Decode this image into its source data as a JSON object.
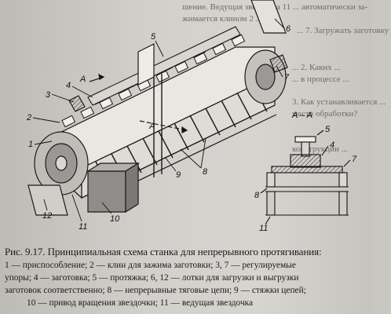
{
  "background_text": [
    "шение. Ведущая звездочка 11 ... автоматически за-",
    "жимается клином 2 ...",
    "... 7. Загружать заготовку",
    "... 2. Каких ...",
    "... в процессе ...",
    "3. Как устанавливается ...",
    "место обработки?",
    "конструкции ..."
  ],
  "figure": {
    "callouts": [
      "1",
      "2",
      "3",
      "4",
      "5",
      "6",
      "7",
      "8",
      "9",
      "10",
      "11",
      "12",
      "A",
      "A"
    ],
    "section_title": "A – A",
    "section_callouts": [
      "5",
      "4",
      "7",
      "8",
      "11"
    ]
  },
  "caption": {
    "title": "Рис. 9.17. Принципиальная схема станка для непрерывного протягивания:",
    "lines": [
      "1 — приспособление; 2 — клин для зажима заготовки; 3, 7 — регулируемые",
      "упоры; 4 — заготовка; 5 — протяжка; 6, 12 — лотки для загрузки и выгрузки",
      "заготовок соответственно; 8 — непрерывные тяговые цепи; 9 — стяжки цепей;",
      "10 — привод вращения звездочки; 11 — ведущая звездочка"
    ]
  }
}
